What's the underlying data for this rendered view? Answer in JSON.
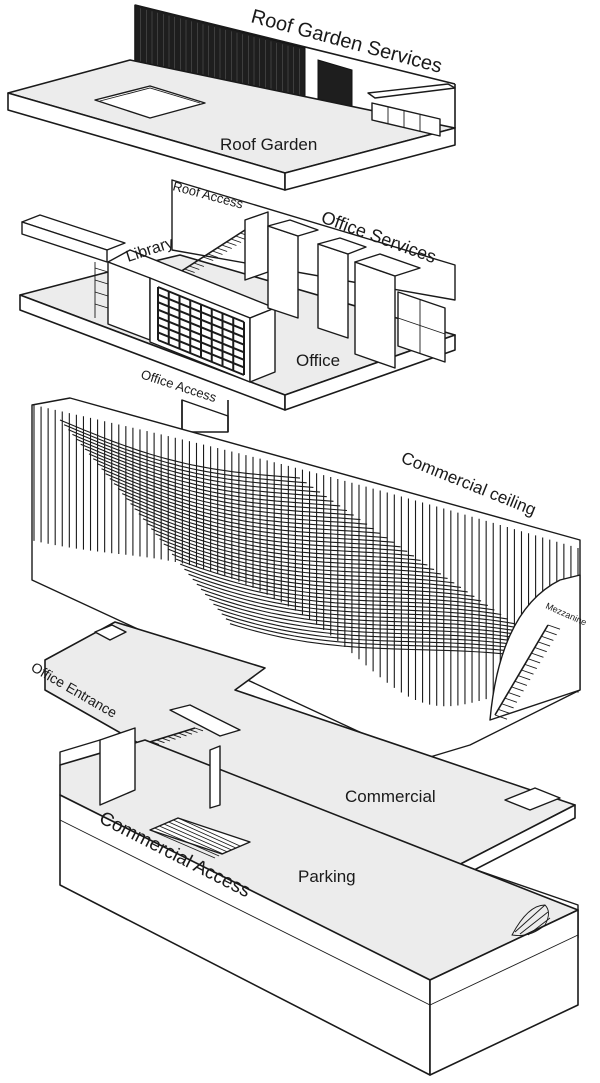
{
  "labels": {
    "roof_garden_services": "Roof Garden Services",
    "roof_garden": "Roof Garden",
    "roof_access": "Roof Access",
    "office_services": "Office Services",
    "library": "Library",
    "office": "Office",
    "office_access": "Office Access",
    "commercial_ceiling": "Commercial ceiling",
    "mezzanine": "Mezzanine",
    "office_entrance": "Office Entrance",
    "commercial": "Commercial",
    "parking": "Parking",
    "commercial_access": "Commercial Access"
  }
}
